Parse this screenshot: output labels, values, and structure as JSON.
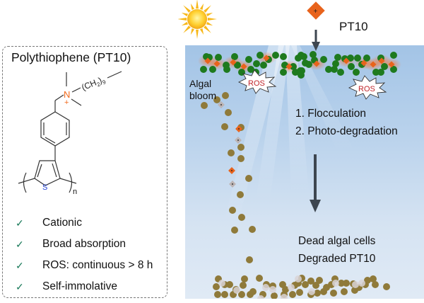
{
  "left_panel": {
    "title": "Polythiophene (PT10)",
    "structure": {
      "cation_atom": "N",
      "cation_charge": "+",
      "chain_label": "(CH2)9",
      "chain_main": "(CH",
      "chain_sub": "2",
      "chain_close": ")",
      "chain_sub2": "9",
      "ring_heteroatom": "S",
      "repeat_subscript": "n"
    },
    "features": [
      {
        "icon": "check-icon",
        "glyph": "✓",
        "label": "Cationic"
      },
      {
        "icon": "check-icon",
        "glyph": "✓",
        "label": "Broad absorption"
      },
      {
        "icon": "check-icon",
        "glyph": "✓",
        "label": "ROS: continuous > 8 h"
      },
      {
        "icon": "check-icon",
        "glyph": "✓",
        "label": "Self-immolative"
      }
    ]
  },
  "right_panel": {
    "polymer_label": "PT10",
    "polymer_charge": "+",
    "algal_bloom_label": [
      "Algal",
      "bloom"
    ],
    "ros_label": "ROS",
    "steps": [
      "1. Flocculation",
      "2. Photo-degradation"
    ],
    "result": [
      "Dead algal cells",
      "Degraded PT10"
    ]
  },
  "colors": {
    "cation": "#f26a1b",
    "sulfur": "#1f3fd6",
    "check": "#1a7a5a",
    "live_algae": "#1e7a1e",
    "dead_algae": "#8f7a3a",
    "pt10": "#e8631c",
    "ros_text": "#c0262b",
    "arrow": "#3d4650",
    "sun": "#f7b81a"
  }
}
